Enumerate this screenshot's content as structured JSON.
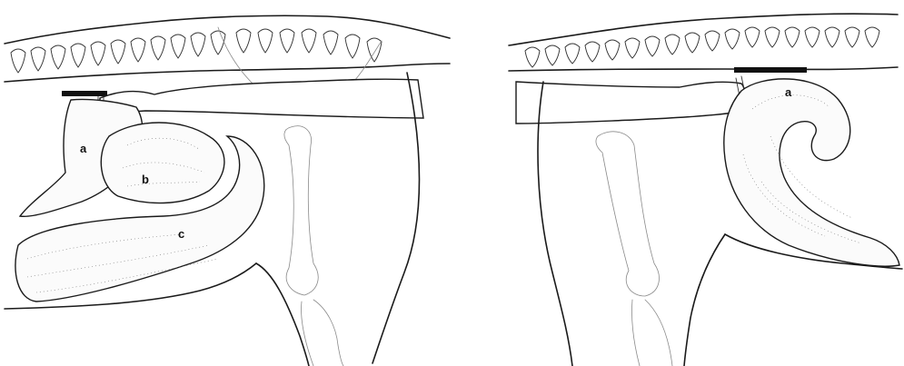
{
  "figures": [
    {
      "id": "left",
      "labels": {
        "a": "a",
        "b": "b",
        "c": "c"
      }
    },
    {
      "id": "right",
      "labels": {
        "a": "a"
      }
    }
  ]
}
